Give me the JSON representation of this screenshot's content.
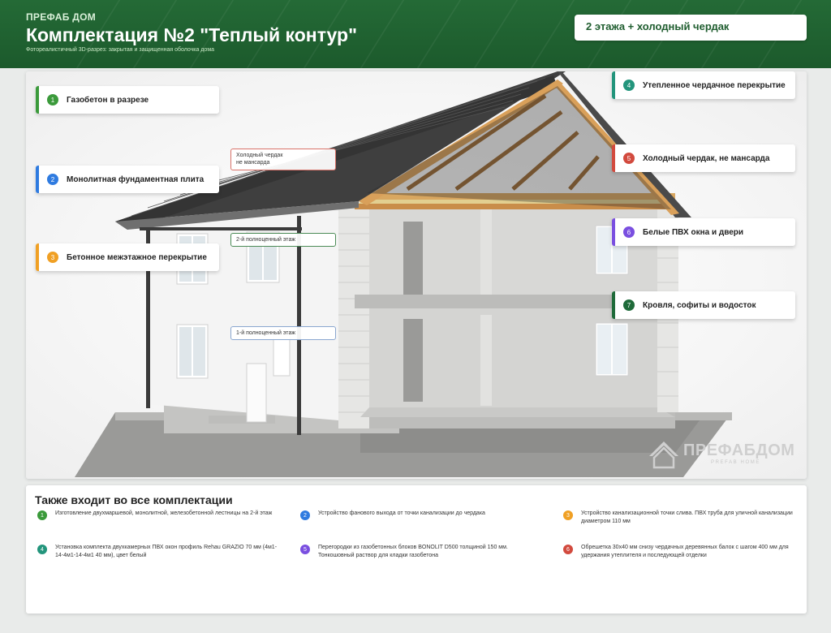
{
  "header": {
    "brand": "ПРЕФАБ ДОМ",
    "title": "Комплектация №2 \"Теплый контур\"",
    "subtitle": "Фотореалистичный 3D-разрез: закрытая и защищенная оболочка дома",
    "badge": "2 этажа + холодный чердак"
  },
  "colors": {
    "header_green": "#246a36",
    "green": "#3b9a3b",
    "blue": "#2f7be0",
    "orange": "#f0a024",
    "teal": "#23957c",
    "red": "#d24a3e",
    "purple": "#7a4fe0",
    "dark_green": "#1f6b3a"
  },
  "callouts": [
    {
      "num": "1",
      "label": "Газобетон в разрезе",
      "color": "#3b9a3b"
    },
    {
      "num": "2",
      "label": "Монолитная фундаментная плита",
      "color": "#2f7be0"
    },
    {
      "num": "3",
      "label": "Бетонное межэтажное перекрытие",
      "color": "#f0a024"
    },
    {
      "num": "4",
      "label": "Утепленное чердачное перекрытие",
      "color": "#23957c"
    },
    {
      "num": "5",
      "label": "Холодный чердак, не мансарда",
      "color": "#d24a3e"
    },
    {
      "num": "6",
      "label": "Белые ПВХ окна и двери",
      "color": "#7a4fe0"
    },
    {
      "num": "7",
      "label": "Кровля, софиты и водосток",
      "color": "#1f6b3a"
    }
  ],
  "tags": {
    "attic_line1": "Холодный чердак",
    "attic_line2": "не мансарда",
    "floor2": "2-й полноценный этаж",
    "floor1": "1-й полноценный этаж"
  },
  "watermark": {
    "text": "ПРЕФАБДОМ",
    "sub": "PREFAB HOME"
  },
  "panel": {
    "title": "Также входит во все комплектации",
    "items": [
      {
        "num": "1",
        "color": "#3b9a3b",
        "text": "Изготовление двухмаршевой, монолитной, железобетонной лестницы на 2-й этаж"
      },
      {
        "num": "2",
        "color": "#2f7be0",
        "text": "Устройство фанового выхода от точки канализации до чердака"
      },
      {
        "num": "3",
        "color": "#f0a024",
        "text": "Устройство канализационной точки слива. ПВХ труба для уличной канализации диаметром 110 мм"
      },
      {
        "num": "4",
        "color": "#23957c",
        "text": "Установка комплекта двухкамерных ПВХ окон профиль Rehau GRAZIO 70 мм (4м1-14-4м1-14-4м1 40 мм), цвет белый"
      },
      {
        "num": "5",
        "color": "#7a4fe0",
        "text": "Перегородки из газобетонных блоков BONOLIT D500 толщиной 150 мм. Тонкошовный раствор для кладки газобетона"
      },
      {
        "num": "6",
        "color": "#d24a3e",
        "text": "Обрешетка 30x40 мм снизу чердачных деревянных балок с шагом 400 мм для удержания утеплителя и последующей отделки"
      }
    ]
  }
}
